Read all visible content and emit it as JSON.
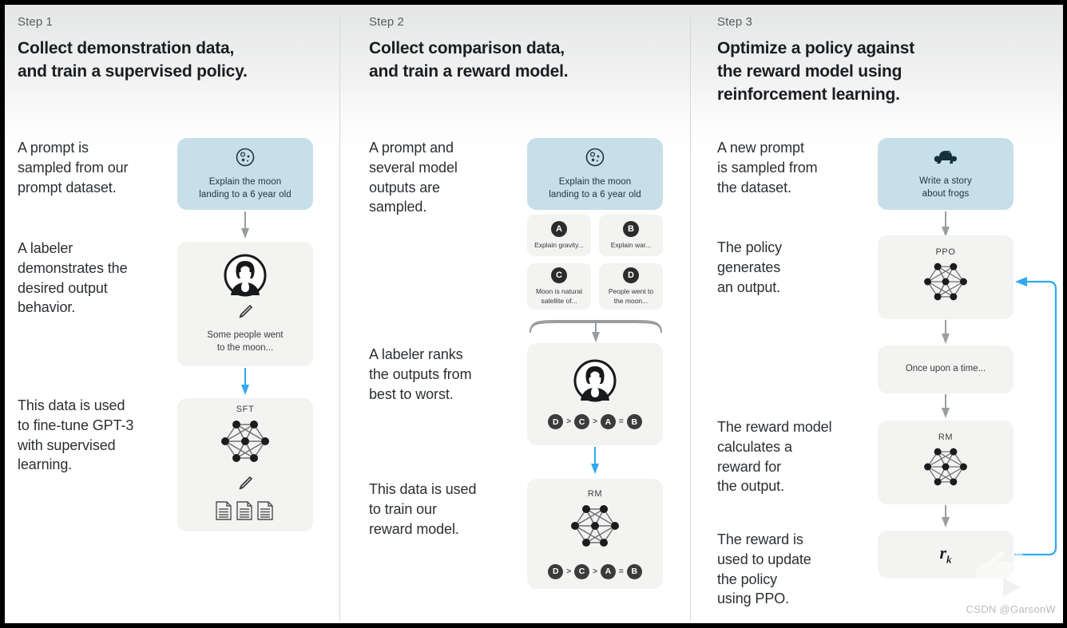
{
  "diagram": {
    "title": "InstructGPT RLHF three-step training diagram",
    "accent_blue": "#31a8f0",
    "card_blue": "#c7dfe8",
    "card_gray": "#f3f3f1",
    "arrow_gray": "#9a9da0"
  },
  "columns": [
    {
      "step_label": "Step 1",
      "step_title_lines": [
        "Collect demonstration data,",
        "and train a supervised policy."
      ],
      "paragraphs": [
        "A prompt is\nsampled from our\nprompt dataset.",
        "A labeler\ndemonstrates the\ndesired output\nbehavior.",
        "This data is used\nto fine-tune GPT-3\nwith supervised\nlearning."
      ],
      "cards": [
        {
          "name": "prompt-card",
          "icon": "moon-icon",
          "text": "Explain the moon\nlanding to a 6 year old",
          "style": "blue"
        },
        {
          "name": "labeler-card",
          "icon": "labeler-avatar-icon",
          "text": "Some people went\nto the moon...",
          "style": "gray"
        },
        {
          "name": "sft-model-card",
          "icon": "neural-network-icon",
          "label": "SFT",
          "text": "",
          "style": "gray"
        }
      ]
    },
    {
      "step_label": "Step 2",
      "step_title_lines": [
        "Collect comparison data,",
        "and train a reward model."
      ],
      "paragraphs": [
        "A prompt and\nseveral model\noutputs are\nsampled.",
        "A labeler ranks\nthe outputs from\nbest to worst.",
        "This data is used\nto train our\nreward model."
      ],
      "cards": [
        {
          "name": "prompt-card",
          "icon": "moon-icon",
          "text": "Explain the moon\nlanding to a 6 year old",
          "style": "blue"
        },
        {
          "name": "ranking-card",
          "icon": "labeler-avatar-icon",
          "text": "",
          "style": "gray"
        },
        {
          "name": "reward-model-card",
          "icon": "neural-network-icon",
          "label": "RM",
          "text": "",
          "style": "gray"
        }
      ],
      "outputs": [
        {
          "badge": "A",
          "text": "Explain gravity..."
        },
        {
          "badge": "B",
          "text": "Explain war..."
        },
        {
          "badge": "C",
          "text": "Moon is natural\nsatellite of..."
        },
        {
          "badge": "D",
          "text": "People went to\nthe moon..."
        }
      ],
      "ranking": [
        "D",
        ">",
        "C",
        ">",
        "A",
        "=",
        "B"
      ]
    },
    {
      "step_label": "Step 3",
      "step_title_lines": [
        "Optimize a policy against",
        "the reward model using",
        "reinforcement learning."
      ],
      "paragraphs": [
        "A new prompt\nis sampled from\nthe dataset.",
        "The policy\ngenerates\nan output.",
        "The reward model\ncalculates a\nreward for\nthe output.",
        "The reward is\nused to update\nthe policy\nusing PPO."
      ],
      "cards": [
        {
          "name": "new-prompt-card",
          "icon": "frog-icon",
          "text": "Write a story\nabout frogs",
          "style": "blue"
        },
        {
          "name": "ppo-policy-card",
          "icon": "neural-network-icon",
          "label": "PPO",
          "text": "",
          "style": "gray"
        },
        {
          "name": "output-text-card",
          "icon": "",
          "label": "",
          "text": "Once upon a time...",
          "style": "gray"
        },
        {
          "name": "reward-model-card",
          "icon": "neural-network-icon",
          "label": "RM",
          "text": "",
          "style": "gray"
        },
        {
          "name": "reward-value-card",
          "icon": "",
          "label": "",
          "text": "r",
          "subscript": "k",
          "style": "gray"
        }
      ]
    }
  ],
  "watermark": {
    "text": "CSDN @GarsonW",
    "logo": "bilibili-tv-logo"
  }
}
